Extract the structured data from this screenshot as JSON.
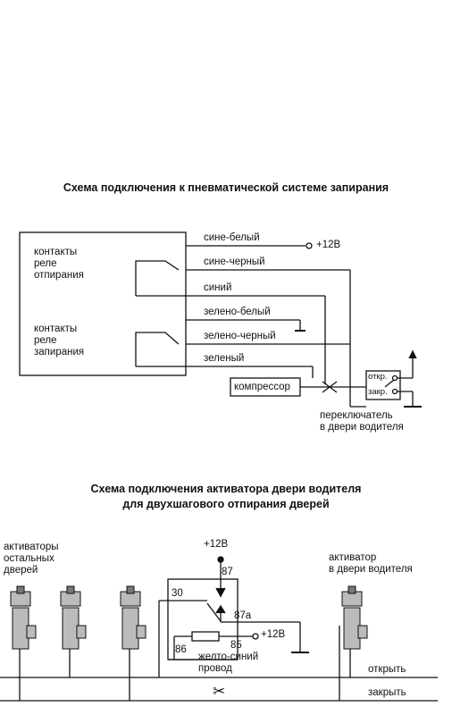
{
  "diagram1": {
    "title": "Схема подключения к пневматической системе запирания",
    "relay_unlock": [
      "контакты",
      "реле",
      "отпирания"
    ],
    "relay_lock": [
      "контакты",
      "реле",
      "запирания"
    ],
    "wires": [
      "сине-белый",
      "сине-черный",
      "синий",
      "зелено-белый",
      "зелено-черный",
      "зеленый"
    ],
    "plus12": "+12В",
    "compressor": "компрессор",
    "switch_open": "откр.",
    "switch_close": "закр.",
    "switch_caption": [
      "переключатель",
      "в двери водителя"
    ]
  },
  "diagram2": {
    "title_line1": "Схема подключения активатора двери водителя",
    "title_line2": "для двухшагового отпирания дверей",
    "other_actuators": [
      "активаторы",
      "остальных",
      "дверей"
    ],
    "driver_actuator": [
      "активатор",
      "в двери водителя"
    ],
    "plus12_top": "+12В",
    "plus12_right": "+12В",
    "pin87": "87",
    "pin30": "30",
    "pin87a": "87a",
    "pin86": "86",
    "pin85": "85",
    "wire_note": [
      "желто-синий",
      "провод"
    ],
    "bus_open": "открыть",
    "bus_close": "закрыть"
  }
}
